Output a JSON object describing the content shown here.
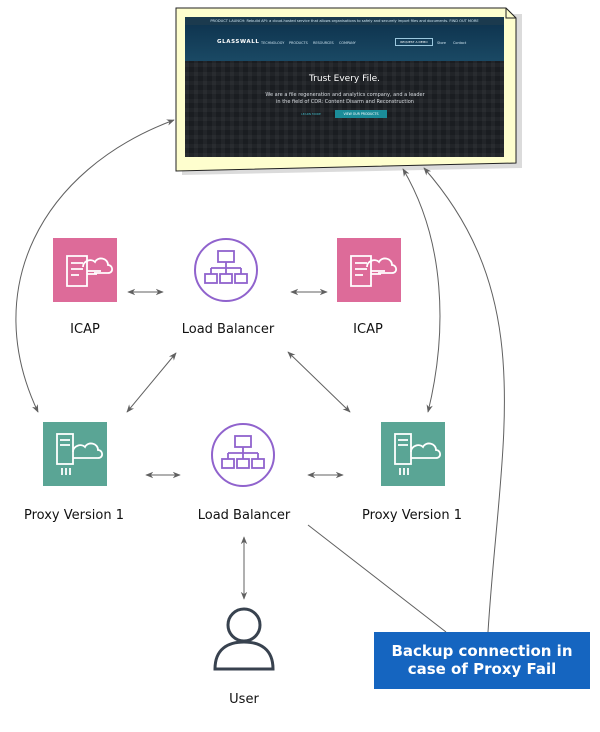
{
  "webpage": {
    "banner": "PRODUCT LAUNCH: Rebuild API: a cloud-hosted service that allows organisations to safely and securely import files and documents. FIND OUT MORE",
    "logo": "GLASSWALL",
    "menu": [
      "TECHNOLOGY",
      "PRODUCTS",
      "RESOURCES",
      "COMPANY"
    ],
    "request_button": "REQUEST A DEMO",
    "menu_right": [
      "Store",
      "Contact"
    ],
    "hero_title": "Trust Every File.",
    "hero_subtitle": "We are a file regeneration and analytics company, and a leader in the field of CDR: Content Disarm and Reconstruction",
    "learn_more": "LEARN MORE",
    "view_products": "VIEW OUR PRODUCTS"
  },
  "nodes": {
    "icap_left": "ICAP",
    "load_balancer_top": "Load Balancer",
    "icap_right": "ICAP",
    "proxy_left": "Proxy Version 1",
    "load_balancer_bottom": "Load Balancer",
    "proxy_right": "Proxy Version 1",
    "user": "User"
  },
  "note": {
    "backup_line1": "Backup connection in",
    "backup_line2": "case of Proxy Fail"
  },
  "colors": {
    "icap": "#dd6b99",
    "proxy": "#5aa595",
    "load_balancer": "#9063cd",
    "user": "#38424f",
    "note_fill": "#fefece",
    "backup_box": "#1565c0",
    "arrow": "#606060"
  }
}
